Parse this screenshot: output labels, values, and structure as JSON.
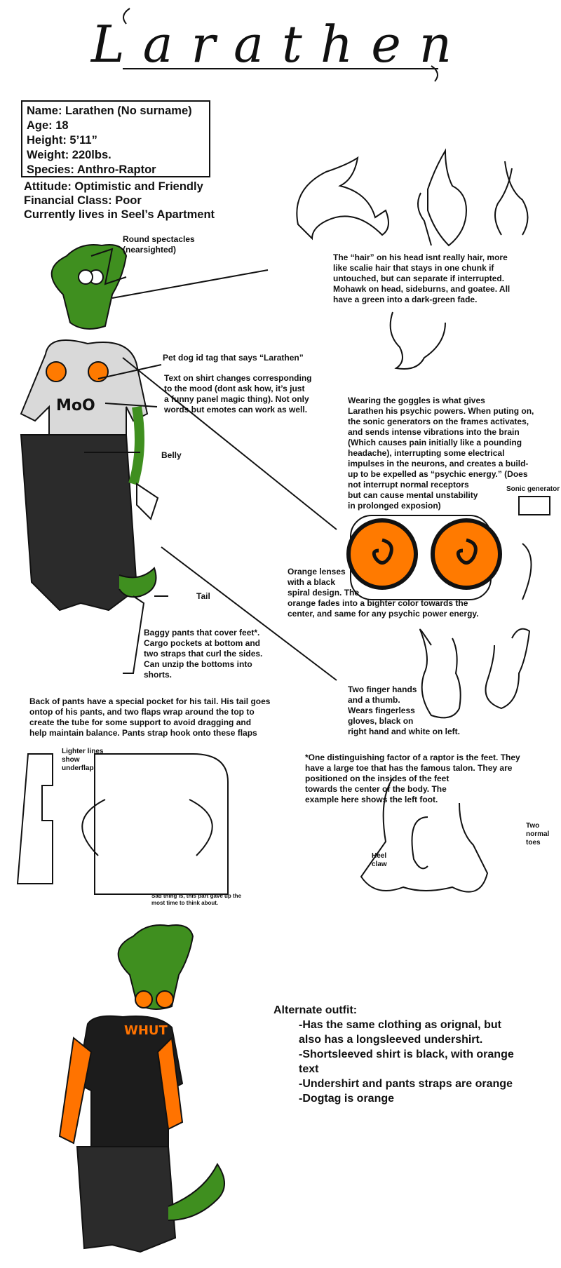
{
  "title": "Larathen",
  "stats": [
    "Name: Larathen (No surname)",
    "Age: 18",
    "Height: 5’11”",
    "Weight: 220lbs.",
    "Species: Anthro-Raptor"
  ],
  "attributes": [
    "Attitude: Optimistic and Friendly",
    "Financial Class: Poor",
    "Currently lives in Seel’s Apartment"
  ],
  "labels": {
    "spectacles": [
      "Round spectacles",
      "(nearsighted)"
    ],
    "dogtag": "Pet dog id tag that says “Larathen”",
    "shirt": [
      "Text on shirt changes corresponding",
      "to the mood (dont ask how, it’s just",
      "a funny panel magic thing). Not only",
      "words but emotes can work as well."
    ],
    "belly": "Belly",
    "tail": "Tail",
    "pants": [
      "Baggy pants that cover feet*.",
      "Cargo pockets at bottom and",
      "two straps that curl the sides.",
      "Can unzip the bottoms into",
      "shorts."
    ],
    "hair": [
      "The “hair” on his head isnt really hair, more",
      "like scalie hair that stays in one chunk if",
      "untouched, but can separate if interrupted.",
      "Mohawk on head, sideburns, and goatee. All",
      "have a green into a dark-green fade."
    ],
    "goggles": [
      "Wearing the goggles is what gives",
      "Larathen his psychic powers. When puting on,",
      "the sonic generators on the frames activates,",
      "and sends intense vibrations into the brain",
      "(Which causes pain initially like a pounding",
      "headache), interrupting some electrical",
      "impulses in the neurons, and creates a build-",
      "up to be expelled as “psychic energy.” (Does",
      "not interrupt normal receptors",
      "but can cause mental unstability",
      "in prolonged exposion)"
    ],
    "sonic_generator": "Sonic generator",
    "lenses": [
      "Orange lenses",
      "with a black",
      "spiral design. The",
      "orange fades into a bighter color towards the",
      "center, and same for any psychic power energy."
    ],
    "hands": [
      "Two finger hands",
      "and a thumb.",
      "Wears fingerless",
      "gloves, black on",
      "right hand and white on left."
    ],
    "back_pants": [
      "Back of pants have a special pocket for his tail. His tail goes",
      "ontop of his pants, and two flaps wrap around the top to",
      "create the tube for some support to avoid dragging and",
      "help maintain balance. Pants strap hook onto these flaps"
    ],
    "lighter_lines": [
      "Lighter lines",
      "show",
      "underflap"
    ],
    "sad_thing": [
      "Sad thing is, this part gave up the",
      "most time to think about."
    ],
    "feet": [
      "*One distinguishing factor of a raptor is the feet. They",
      "have a large toe that has the famous talon. They are",
      "positioned on the insides of the feet",
      "towards the center of the body. The",
      "example here shows the left foot."
    ],
    "heel_claw": [
      "Heel",
      "claw"
    ],
    "two_toes": [
      "Two",
      "normal",
      "toes"
    ],
    "shirt_text": "MoO",
    "alt_shirt_text": "WHUT"
  },
  "alternate": {
    "heading": "Alternate outfit:",
    "items": [
      "-Has the same clothing as orignal, but",
      "also has a longsleeved undershirt.",
      "-Shortsleeved shirt is black, with orange",
      "text",
      "-Undershirt and pants straps are orange",
      "-Dogtag is orange"
    ]
  },
  "colors": {
    "skin": "#3f8f1f",
    "skin_dark": "#2a5f12",
    "shirt": "#d9d9d9",
    "pants": "#2b2b2b",
    "lens": "#ff7a00",
    "orange": "#ff7300",
    "black_shirt": "#1c1c1c"
  }
}
